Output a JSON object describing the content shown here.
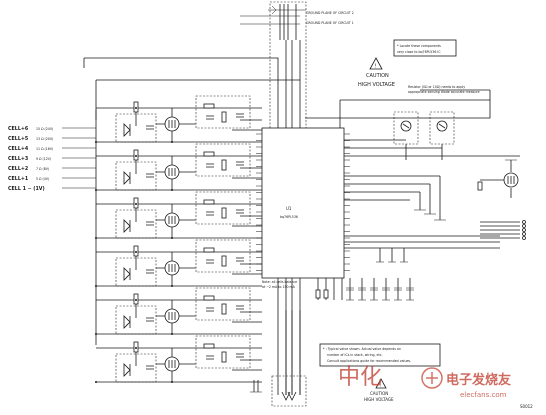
{
  "cells": [
    {
      "label": "CELL+6",
      "value": "15 Ω (24V)"
    },
    {
      "label": "CELL+5",
      "value": "13 Ω (20V)"
    },
    {
      "label": "CELL+4",
      "value": "11 Ω (16V)"
    },
    {
      "label": "CELL+3",
      "value": "9 Ω (12V)"
    },
    {
      "label": "CELL+2",
      "value": "7 Ω (8V)"
    },
    {
      "label": "CELL+1",
      "value": "5 Ω (4V)"
    },
    {
      "label": "CELL 1 − (1V)",
      "value": ""
    }
  ],
  "ground_plane_notes": {
    "line1": "GROUND PLANE OF CIRCUIT 2",
    "line2": "GROUND PLANE OF CIRCUIT 1"
  },
  "note_locate": {
    "line1": "* Locate these components",
    "line2": "very close to bq76PL536 IC"
  },
  "caution_top": {
    "word": "CAUTION",
    "text": "HIGH VOLTAGE"
  },
  "resistor_note": {
    "line1": "Resistor (0Ω or 10Ω) needs to apply",
    "line2": "appropriate sensing diode accurate measure"
  },
  "ic": {
    "name": "U1",
    "part": "bq76PL536"
  },
  "midnote": {
    "line1": "Note: all cells balance",
    "line2": "at ~2 mA to 150 mA"
  },
  "typical_note": {
    "line1": "* : Typical value shown. Actual value depends on",
    "line2": "number of ICs in stack, wiring, etc.",
    "line3": "Consult applications guide for recommended values."
  },
  "caution_bottom": {
    "word": "CAUTION",
    "text": "HIGH VOLTAGE"
  },
  "figure_id": "S0012",
  "watermark": {
    "characters": "中化",
    "site": "elecfans.com",
    "brand": "电子发烧友"
  }
}
